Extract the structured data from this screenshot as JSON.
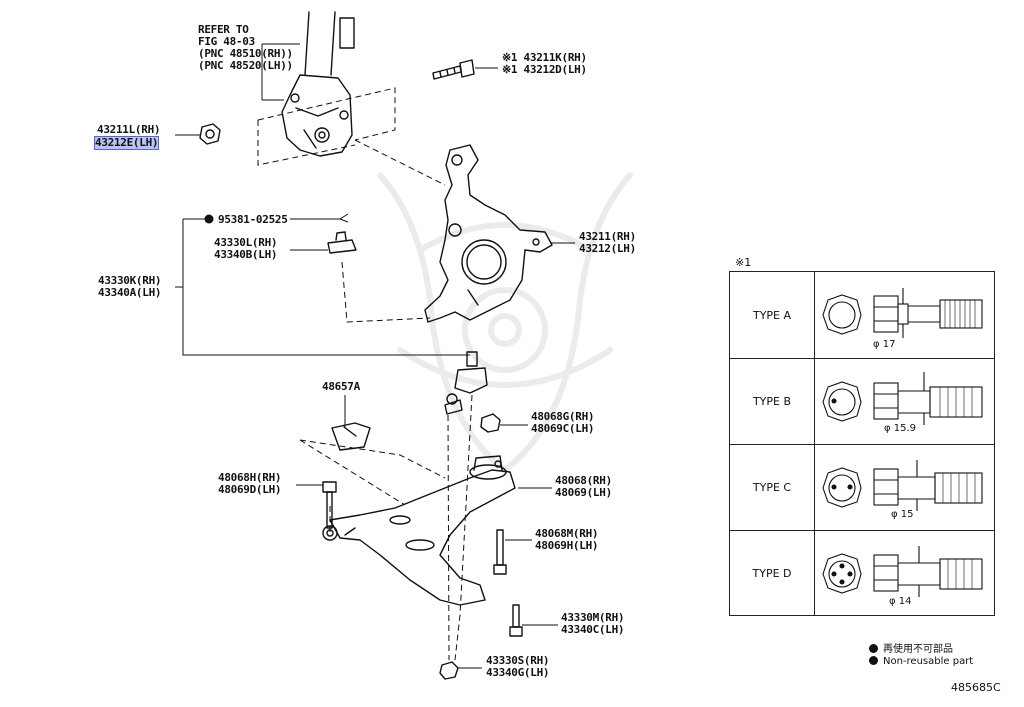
{
  "labels": {
    "refer": "REFER TO\nFIG 48-03\n(PNC 48510(RH))\n(PNC 48520(LH))",
    "bolt_top": "※1 43211K(RH)\n※1 43212D(LH)",
    "nut_left_rh": "43211L(RH)",
    "nut_left_lh": "43212E(LH)",
    "part_95381": "95381-02525",
    "pin_43330L": "43330L(RH)\n43340B(LH)",
    "knuckle": "43211(RH)\n43212(LH)",
    "joint_43330K": "43330K(RH)\n43340A(LH)",
    "bracket_48657A": "48657A",
    "nut_48068G": "48068G(RH)\n48069C(LH)",
    "bolt_48068H": "48068H(RH)\n48069D(LH)",
    "bush_48068": "48068(RH)\n48069(LH)",
    "bolt_48068M": "48068M(RH)\n48069H(LH)",
    "bolt_43330M": "43330M(RH)\n43340C(LH)",
    "nut_43330S": "43330S(RH)\n43340G(LH)"
  },
  "types_table": {
    "mark": "※1",
    "rows": [
      {
        "name": "TYPE A",
        "dia": "φ 17"
      },
      {
        "name": "TYPE B",
        "dia": "φ 15.9"
      },
      {
        "name": "TYPE C",
        "dia": "φ 15"
      },
      {
        "name": "TYPE D",
        "dia": "φ 14"
      }
    ]
  },
  "legend": {
    "jp": "再使用不可部品",
    "en": "Non-reusable part"
  },
  "figure_id": "485685C",
  "colors": {
    "highlight": "#b9c3f5",
    "line": "#111111"
  }
}
